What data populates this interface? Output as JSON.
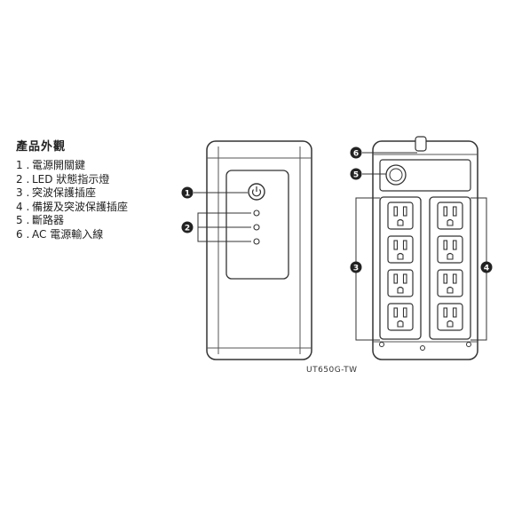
{
  "legend": {
    "title": "產品外觀",
    "items": [
      {
        "num": "1 .",
        "label": "電源開關鍵"
      },
      {
        "num": "2 .",
        "label": "LED 狀態指示燈"
      },
      {
        "num": "3 .",
        "label": "突波保護插座"
      },
      {
        "num": "4 .",
        "label": "備援及突波保護插座"
      },
      {
        "num": "5 .",
        "label": "斷路器"
      },
      {
        "num": "6 .",
        "label": "AC 電源輸入線"
      }
    ]
  },
  "callouts": {
    "c1": "1",
    "c2": "2",
    "c3": "3",
    "c4": "4",
    "c5": "5",
    "c6": "6"
  },
  "model": "UT650G-TW",
  "icons": {
    "power": "power-icon",
    "outlet": "outlet-icon"
  }
}
